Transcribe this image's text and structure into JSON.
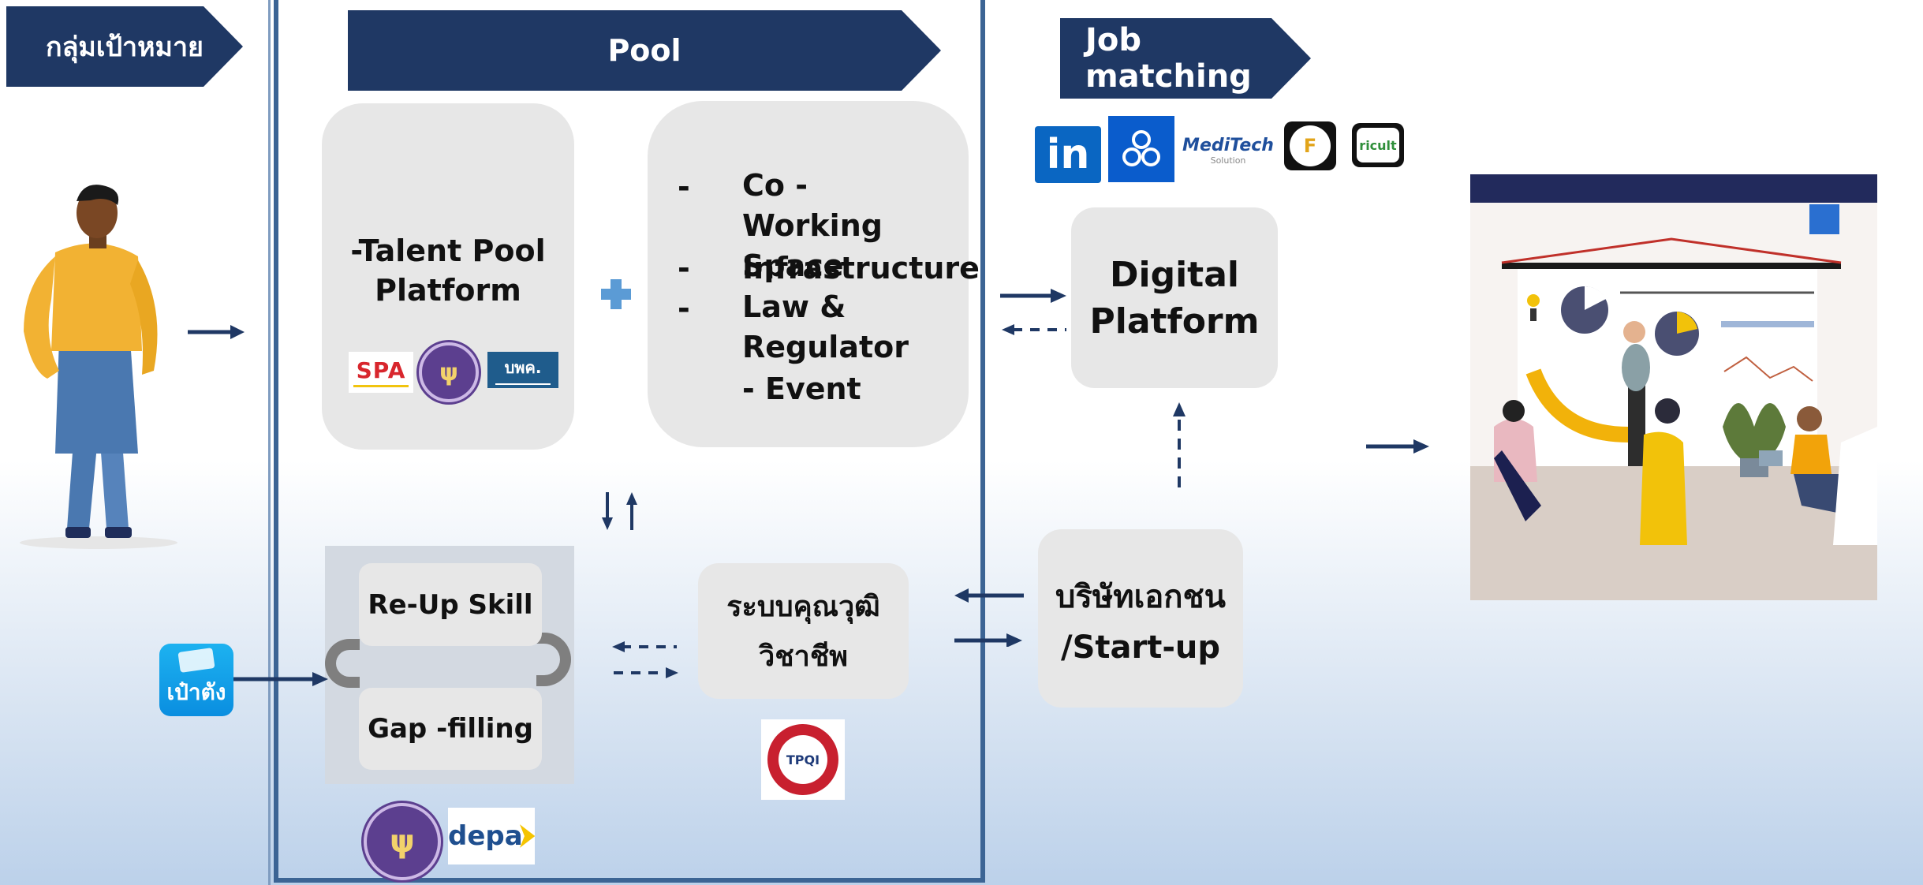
{
  "colors": {
    "navy": "#1f3864",
    "box_gray": "#e7e7e7",
    "frame_blue": "#3c6494",
    "arrow": "#1f3864",
    "plus_blue": "#5b9bd5"
  },
  "banners": {
    "target_group": "กลุ่มเป้าหมาย",
    "pool": "Pool",
    "job_matching": "Job matching"
  },
  "talent_pool": {
    "line1": "-Talent Pool",
    "line2": "Platform"
  },
  "talent_logos": {
    "spa_text": "SPA",
    "bpk_text": "บพค."
  },
  "services": {
    "bullets": [
      "Co - Working Space",
      "Infrastructure",
      "Law & Regulator"
    ],
    "bullet_marker": "-",
    "event": "- Event"
  },
  "plus_icon": "plus-icon",
  "digital_platform": {
    "line1": "Digital",
    "line2": "Platform"
  },
  "job_logos": {
    "linkedin": "in",
    "meditech_main": "MediTech",
    "meditech_sub": "Solution",
    "fingerprint": "F",
    "ricult": "ricult"
  },
  "skills": {
    "reup": "Re-Up Skill",
    "gap": "Gap -filling"
  },
  "qualification": {
    "line1": "ระบบคุณวุฒิ",
    "line2": "วิชาชีพ"
  },
  "tpqi": "TPQI",
  "company": {
    "line1": "บริษัทเอกชน",
    "line2": "/Start-up"
  },
  "pao_tang": {
    "label": "เป๋าตัง"
  },
  "depa": "depa"
}
